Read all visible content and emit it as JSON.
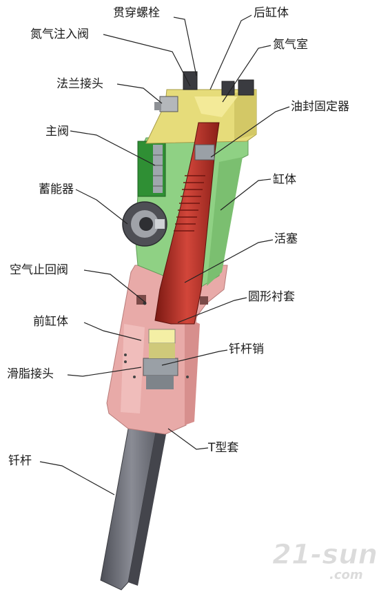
{
  "labels": {
    "through_bolt": "贯穿螺栓",
    "rear_cylinder": "后缸体",
    "nitrogen_valve": "氮气注入阀",
    "nitrogen_chamber": "氮气室",
    "flange_joint": "法兰接头",
    "oil_seal_retainer": "油封固定器",
    "main_valve": "主阀",
    "cylinder_body": "缸体",
    "accumulator": "蓄能器",
    "piston": "活塞",
    "air_check_valve": "空气止回阀",
    "round_bushing": "圆形衬套",
    "front_cylinder": "前缸体",
    "rod_pin": "钎杆销",
    "grease_fitting": "滑脂接头",
    "t_sleeve": "T型套",
    "chisel_rod": "钎杆"
  },
  "watermark": {
    "main": "21-sun",
    "sub": ".com"
  },
  "colors": {
    "rear": "#e6dc7a",
    "middle": "#8fd184",
    "front": "#e8aaa8",
    "piston": "#b8362c",
    "valve": "#2f8f34",
    "rod": "#6d6f78"
  }
}
